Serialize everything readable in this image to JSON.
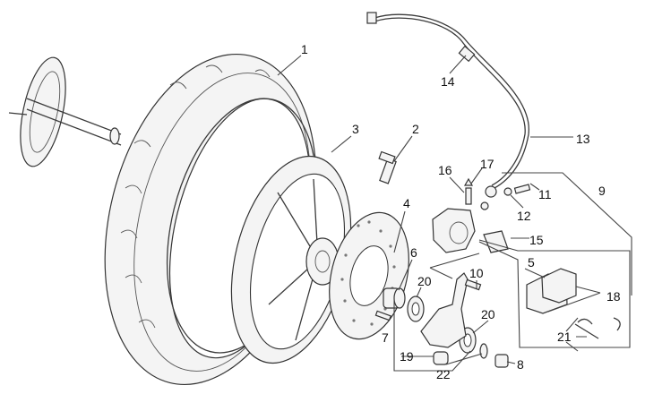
{
  "diagram": {
    "callouts": [
      {
        "id": "1",
        "label": "1"
      },
      {
        "id": "2",
        "label": "2"
      },
      {
        "id": "3",
        "label": "3"
      },
      {
        "id": "4",
        "label": "4"
      },
      {
        "id": "5",
        "label": "5"
      },
      {
        "id": "6",
        "label": "6"
      },
      {
        "id": "7",
        "label": "7"
      },
      {
        "id": "8",
        "label": "8"
      },
      {
        "id": "9",
        "label": "9"
      },
      {
        "id": "10",
        "label": "10"
      },
      {
        "id": "11",
        "label": "11"
      },
      {
        "id": "12",
        "label": "12"
      },
      {
        "id": "13",
        "label": "13"
      },
      {
        "id": "14",
        "label": "14"
      },
      {
        "id": "15",
        "label": "15"
      },
      {
        "id": "16",
        "label": "16"
      },
      {
        "id": "17",
        "label": "17"
      },
      {
        "id": "18",
        "label": "18"
      },
      {
        "id": "19",
        "label": "19"
      },
      {
        "id": "20a",
        "label": "20"
      },
      {
        "id": "20b",
        "label": "20"
      },
      {
        "id": "21",
        "label": "21"
      },
      {
        "id": "22",
        "label": "22"
      }
    ]
  }
}
